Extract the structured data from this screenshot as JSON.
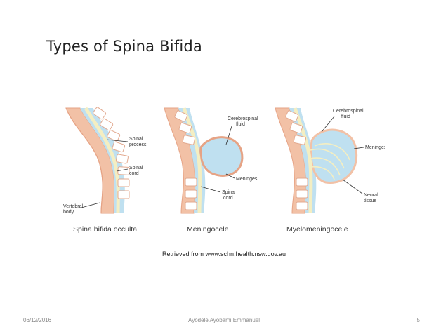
{
  "slide": {
    "title": "Types of Spina Bifida",
    "credit": "Retrieved from www.schn.health.nsw.gov.au",
    "footer": {
      "date": "06/12/2016",
      "author": "Ayodele Ayobami Emmanuel",
      "page": "5"
    }
  },
  "figure": {
    "panels": [
      {
        "caption": "Spina bifida occulta",
        "labels": {
          "spinal_process": "Spinal\nprocess",
          "spinal_cord": "Spinal\ncord",
          "vertebral_body": "Vertebral\nbody"
        }
      },
      {
        "caption": "Meningocele",
        "labels": {
          "csf": "Cerebrospinal\nfluid",
          "meninges": "Meninges",
          "spinal_cord": "Spinal\ncord"
        }
      },
      {
        "caption": "Myelomeningocele",
        "labels": {
          "csf": "Cerebrospinal\nfluid",
          "meninges": "Meninges",
          "neural_tissue": "Neural\ntissue"
        }
      }
    ],
    "colors": {
      "skin": "#f2c1a6",
      "skin_dark": "#e6a385",
      "csf": "#bfe0f0",
      "cord": "#f4eec2",
      "bone": "#ffffff",
      "bone_edge": "#e2a98f"
    }
  }
}
